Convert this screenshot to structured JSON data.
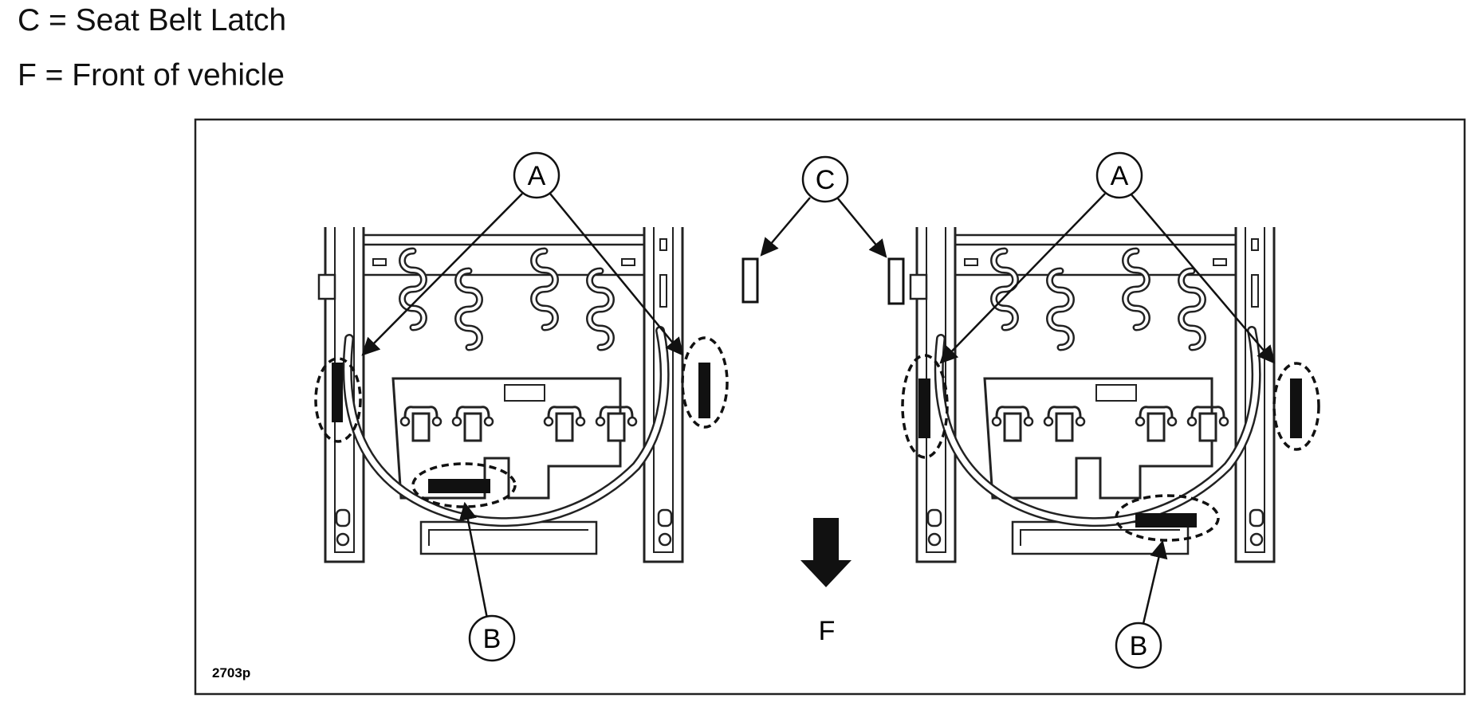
{
  "legend": [
    {
      "text": "C = Seat Belt Latch"
    },
    {
      "text": "F = Front of vehicle"
    }
  ],
  "callouts": {
    "a": "A",
    "b": "B",
    "c": "C"
  },
  "front_label": "F",
  "figure_number": "2703p"
}
